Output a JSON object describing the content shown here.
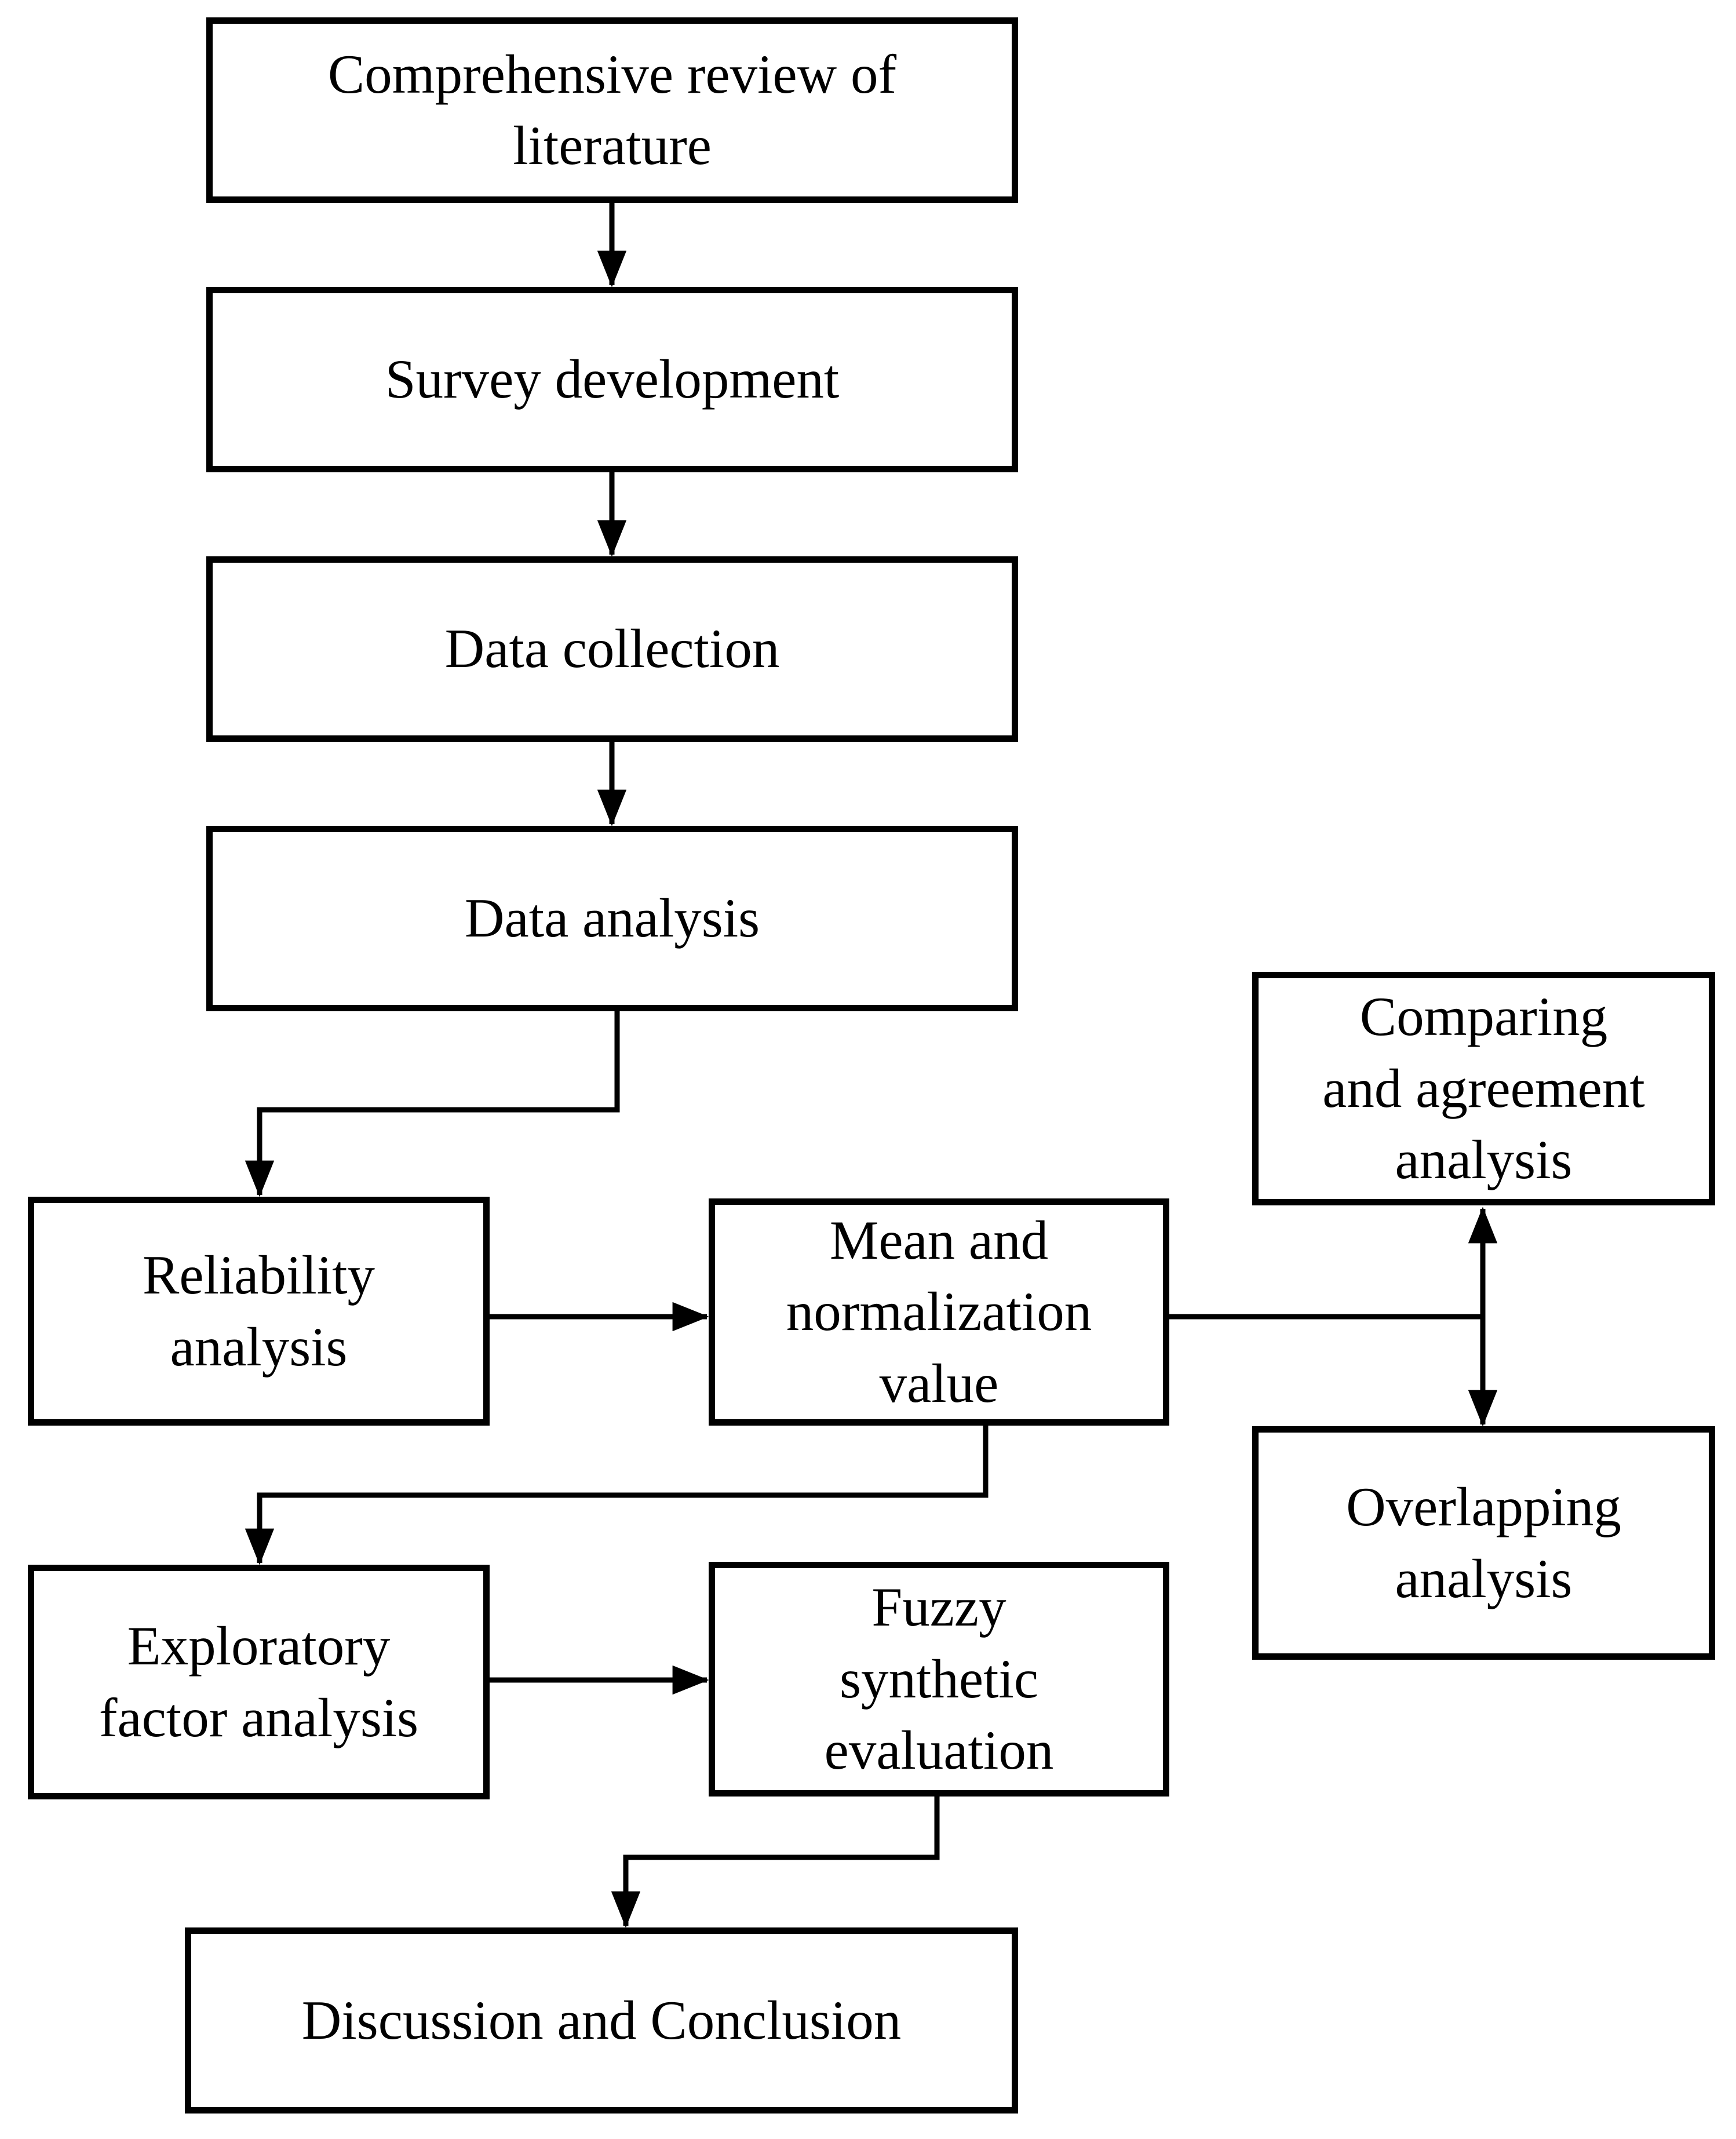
{
  "figure": {
    "type": "flowchart",
    "background_color": "#ffffff",
    "stroke_color": "#000000",
    "text_color": "#000000",
    "nodes": {
      "comprehensive-review": {
        "label": "Comprehensive review of\nliterature"
      },
      "survey-development": {
        "label": "Survey development"
      },
      "data-collection": {
        "label": "Data collection"
      },
      "data-analysis": {
        "label": "Data analysis"
      },
      "reliability-analysis": {
        "label": "Reliability\nanalysis"
      },
      "mean-normalization": {
        "label": "Mean and\nnormalization\nvalue"
      },
      "comparing-agreement": {
        "label": "Comparing\nand agreement\nanalysis"
      },
      "overlapping-analysis": {
        "label": "Overlapping\nanalysis"
      },
      "exploratory-factor": {
        "label": "Exploratory\nfactor analysis"
      },
      "fuzzy-synthetic": {
        "label": "Fuzzy\nsynthetic\nevaluation"
      },
      "discussion-conclusion": {
        "label": "Discussion and Conclusion"
      }
    },
    "edges": [
      {
        "from": "comprehensive-review",
        "to": "survey-development",
        "style": "arrow"
      },
      {
        "from": "survey-development",
        "to": "data-collection",
        "style": "arrow"
      },
      {
        "from": "data-collection",
        "to": "data-analysis",
        "style": "arrow"
      },
      {
        "from": "data-analysis",
        "to": "reliability-analysis",
        "style": "elbow-arrow"
      },
      {
        "from": "reliability-analysis",
        "to": "mean-normalization",
        "style": "arrow"
      },
      {
        "from": "mean-normalization",
        "to": "comparing-agreement",
        "style": "branch-arrow"
      },
      {
        "from": "mean-normalization",
        "to": "overlapping-analysis",
        "style": "branch-arrow"
      },
      {
        "from": "comparing-agreement",
        "to": "overlapping-analysis",
        "style": "double-headed-arrow"
      },
      {
        "from": "mean-normalization",
        "to": "exploratory-factor",
        "style": "elbow-arrow"
      },
      {
        "from": "exploratory-factor",
        "to": "fuzzy-synthetic",
        "style": "arrow"
      },
      {
        "from": "fuzzy-synthetic",
        "to": "discussion-conclusion",
        "style": "elbow-arrow"
      }
    ]
  }
}
